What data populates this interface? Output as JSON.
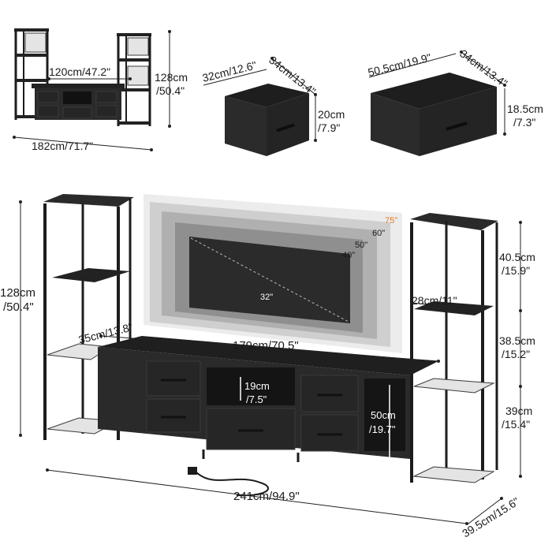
{
  "top_views": {
    "overall": {
      "width_label": "120cm/47.2\"",
      "height_label_cm": "128cm",
      "height_label_in": "/50.4\"",
      "total_width_label": "182cm/71.7\""
    },
    "small_drawer": {
      "width_label": "32cm/12.6\"",
      "depth_label": "34cm/13.4\"",
      "height_label_cm": "20cm",
      "height_label_in": "/7.9\""
    },
    "large_drawer": {
      "width_label": "50.5cm/19.9\"",
      "depth_label": "34cm/13.4\"",
      "height_label_cm": "18.5cm",
      "height_label_in": "/7.3\""
    }
  },
  "main_view": {
    "tower_height_cm": "128cm",
    "tower_height_in": "/50.4\"",
    "tv_stand_depth": "35cm/13.8\"",
    "tv_stand_width": "179cm/70.5\"",
    "tower_width": "28cm/11\"",
    "open_shelf_height_cm": "19cm",
    "open_shelf_height_in": "/7.5\"",
    "stand_height_cm": "50cm",
    "stand_height_in": "/19.7\"",
    "shelf1_cm": "40.5cm",
    "shelf1_in": "/15.9\"",
    "shelf2_cm": "38.5cm",
    "shelf2_in": "/15.2\"",
    "shelf3_cm": "39cm",
    "shelf3_in": "/15.4\"",
    "total_width": "241cm/94.9\"",
    "total_depth": "39.5cm/15.6\""
  },
  "tv_sizes": {
    "sizes": [
      "75\"",
      "60\"",
      "50\"",
      "40\"",
      "32\""
    ],
    "highlight_color": "#e07a2a"
  },
  "colors": {
    "frame": "#1c1c1c",
    "panel": "#222222",
    "mesh": "#e4e4e4"
  }
}
